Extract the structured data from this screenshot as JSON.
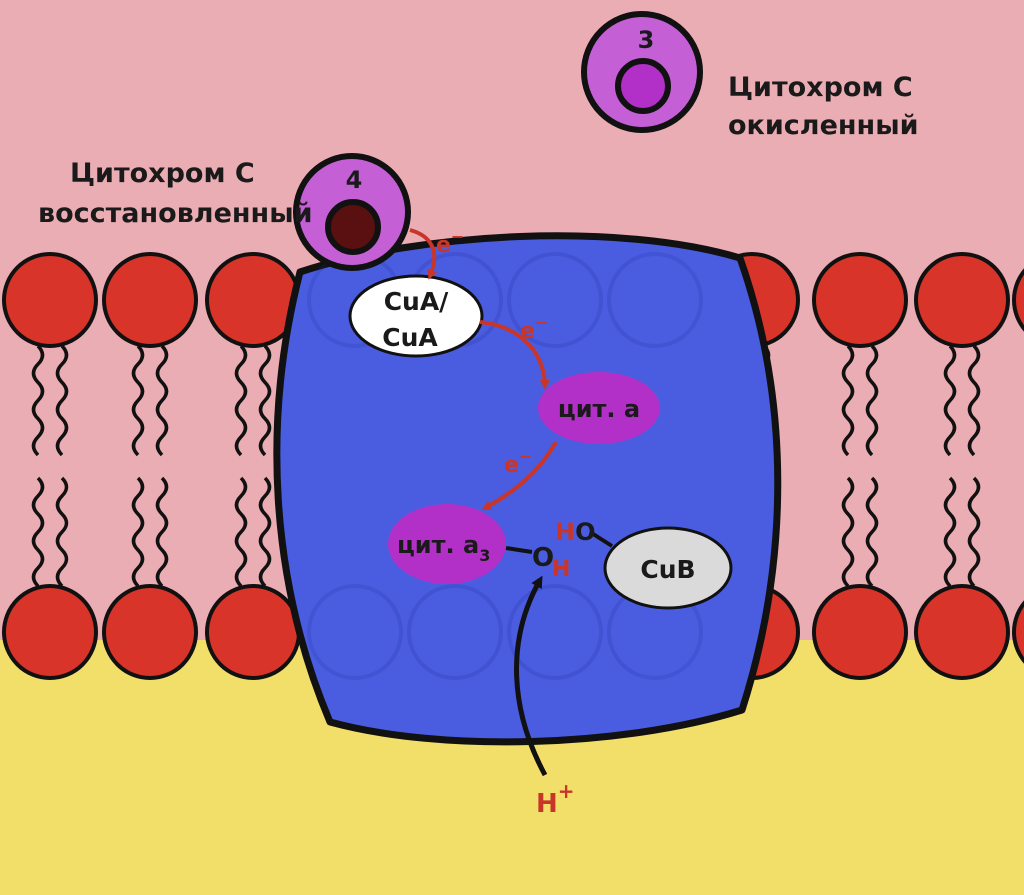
{
  "colors": {
    "intermembrane": "#ebadb4",
    "matrix": "#f2df6a",
    "lipid_head": "#d9342a",
    "complex": "#4a5de0",
    "heme": "#b330c8",
    "cytochrome_c": "#c45fd6",
    "arrow_red": "#c8362a",
    "arrow_black": "#111111"
  },
  "cyt_c_oxidized": {
    "number": "3",
    "label_line1": "Цитохром С",
    "label_line2": "окисленный"
  },
  "cyt_c_reduced": {
    "number": "4",
    "label_line1": "Цитохром С",
    "label_line2": "восстановленный"
  },
  "cua": {
    "line1": "CuA/",
    "line2": "CuA"
  },
  "cyt_a": {
    "label": "цит. а"
  },
  "cyt_a3": {
    "label": "цит. а",
    "subscript": "3"
  },
  "cub": {
    "label": "CuB"
  },
  "electron": {
    "symbol": "e",
    "charge": "−"
  },
  "water_molecule": {
    "o": "O",
    "h": "H",
    "ho": "HO"
  },
  "proton": {
    "symbol": "H",
    "charge": "+"
  }
}
